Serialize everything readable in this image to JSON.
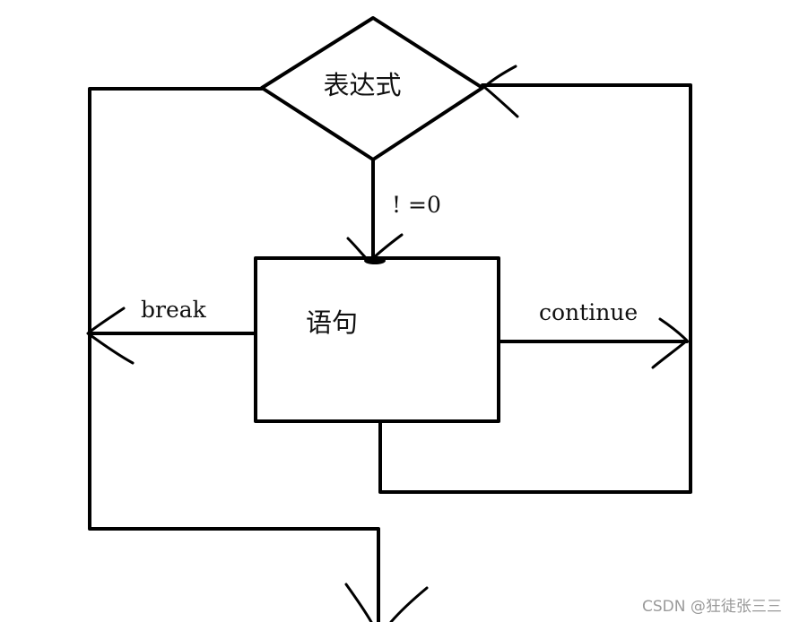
{
  "diagram": {
    "decision_label": "表达式",
    "condition_label": "! =0",
    "statement_label": "语句",
    "break_label": "break",
    "continue_label": "continue"
  },
  "watermark": "CSDN @狂徒张三三"
}
